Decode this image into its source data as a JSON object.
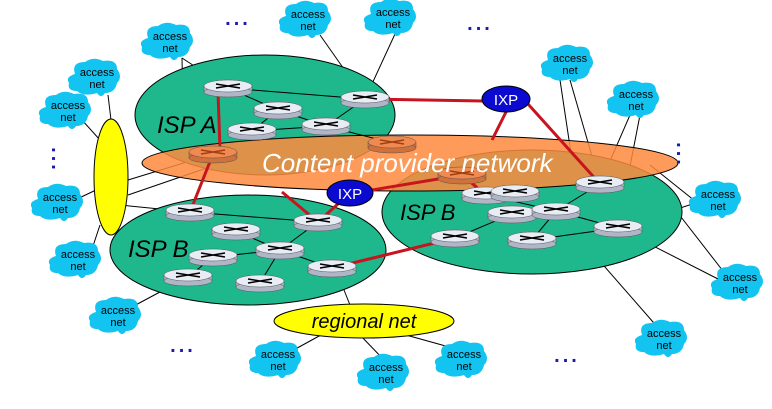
{
  "labels": {
    "isp_a": "ISP A",
    "isp_b_left": "ISP B",
    "isp_b_right": "ISP B",
    "content_provider": "Content provider network",
    "ixp_top": "IXP",
    "ixp_mid": "IXP",
    "regional_net": "regional net",
    "access_net_line1": "access",
    "access_net_line2": "net",
    "ellipsis": "..."
  },
  "colors": {
    "isp": "#1fb88c",
    "content_provider": "#ff8a3d",
    "ixp": "#0a0ad0",
    "access_net": "#13c3f0",
    "regional": "#ffff00",
    "peering_link": "#c8141e",
    "dots": "#1a1ab0"
  }
}
